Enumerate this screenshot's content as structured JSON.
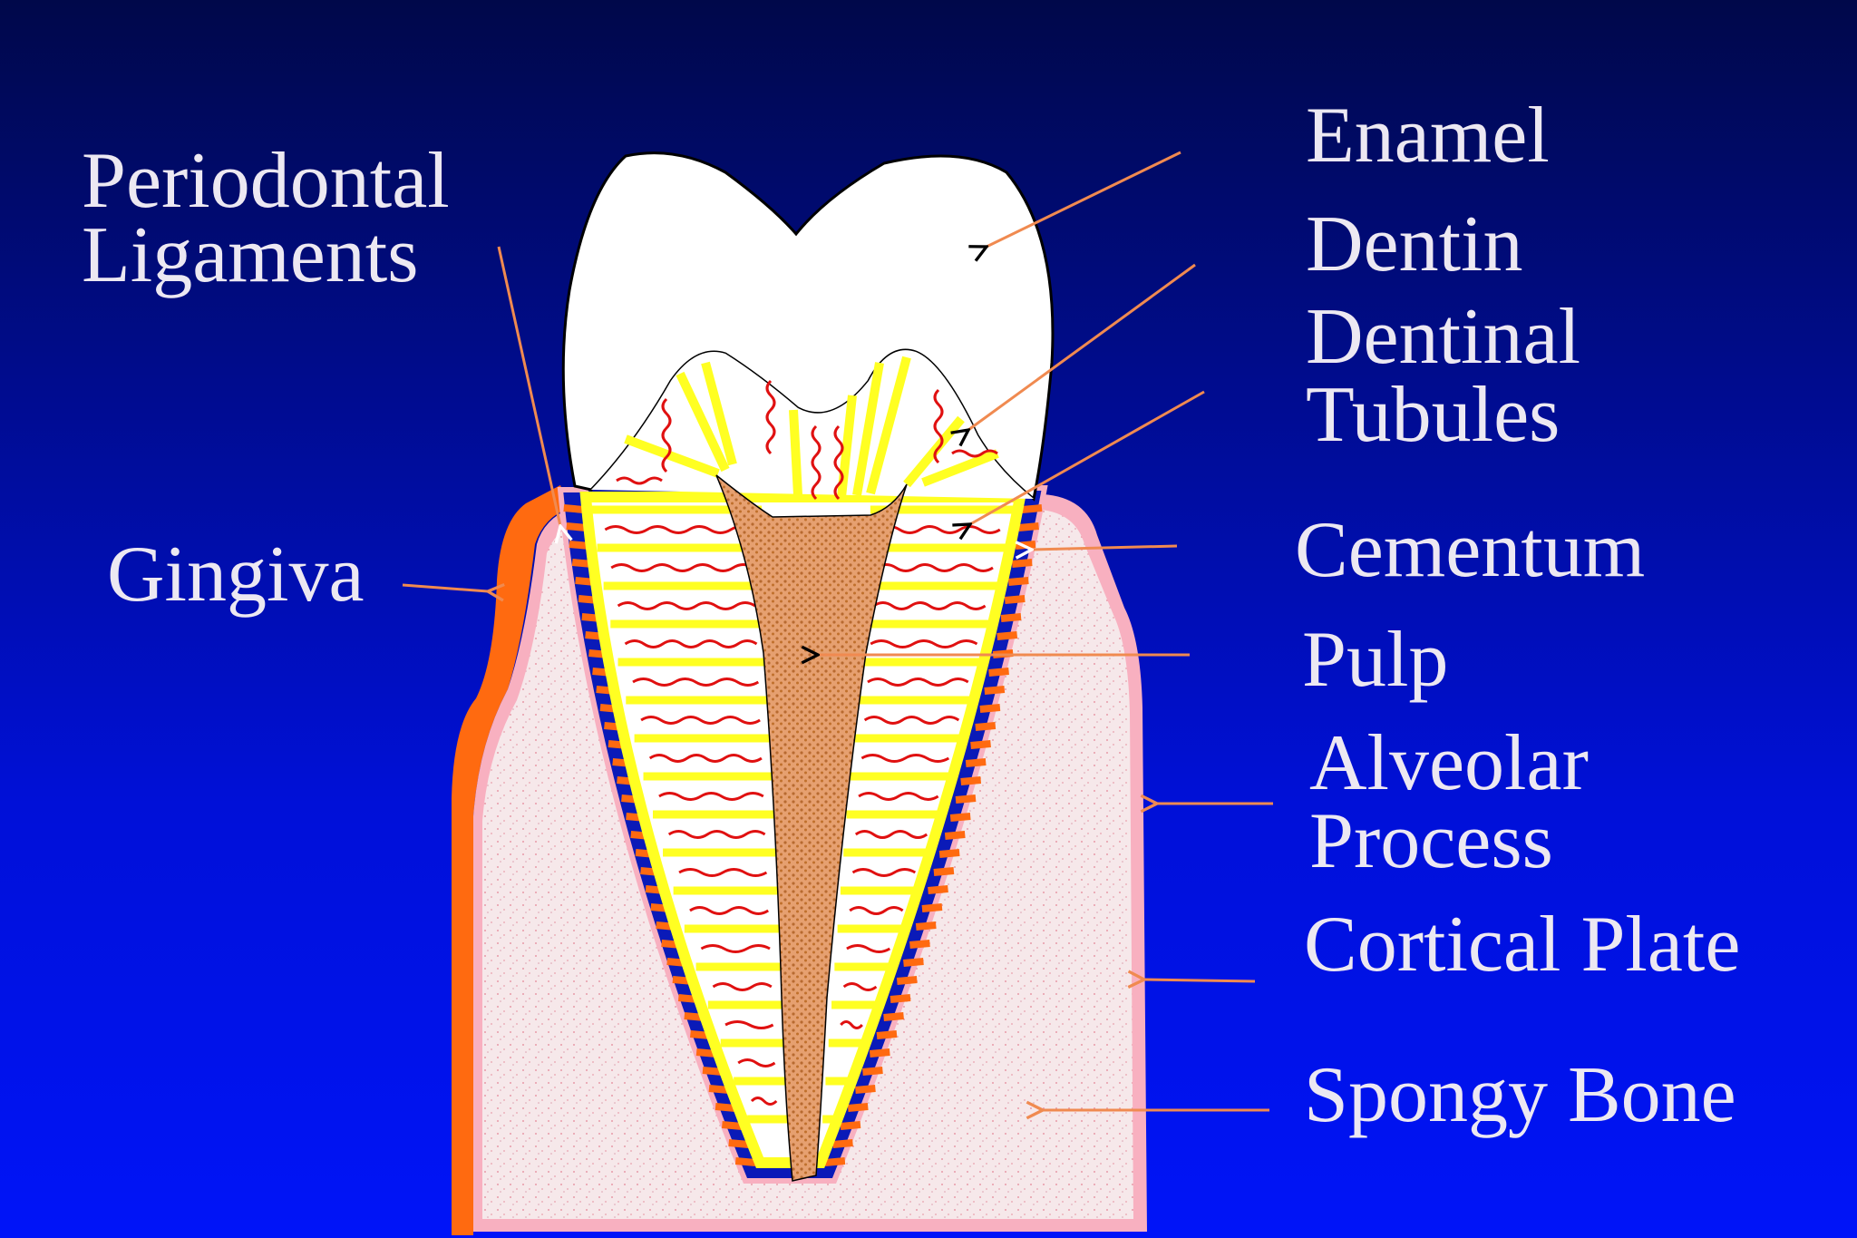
{
  "labels": {
    "periodontal_line1": "Periodontal",
    "periodontal_line2": "Ligaments",
    "gingiva": "Gingiva",
    "enamel": "Enamel",
    "dentin": "Dentin",
    "dentinal_line1": "Dentinal",
    "dentinal_line2": "Tubules",
    "cementum": "Cementum",
    "pulp": "Pulp",
    "alveolar_line1": "Alveolar",
    "alveolar_line2": "Process",
    "cortical_plate": "Cortical Plate",
    "spongy_bone": "Spongy Bone"
  },
  "colors": {
    "background_top": "#00084a",
    "background_bottom": "#0014f8",
    "label_text": "#ece8f2",
    "leader_line": "#f08a50",
    "enamel": "#ffffff",
    "dentin": "#ffffff",
    "tubules": "#ffff22",
    "nerves": "#e01010",
    "pulp": "#d08a50",
    "pdl_stripes": "#ff6a10",
    "pdl_base": "#0a1ab8",
    "cortical_plate": "#f8b0c0",
    "spongy_bone": "#f6e8ea",
    "gingiva": "#ff6a10"
  }
}
